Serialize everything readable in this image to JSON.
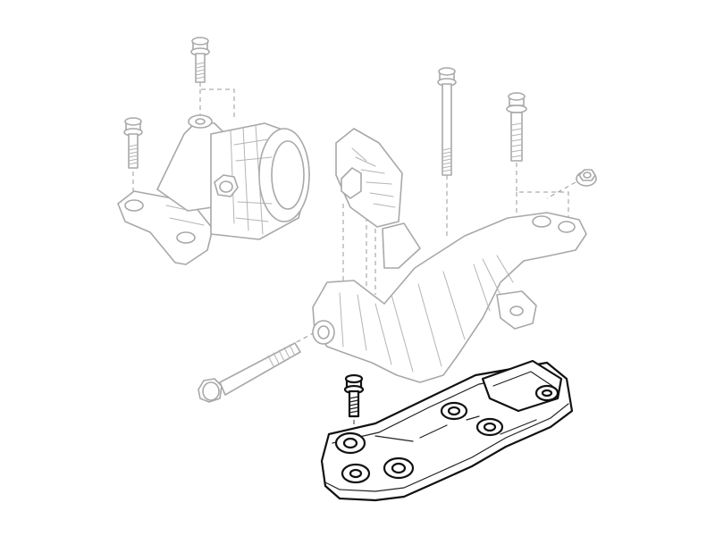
{
  "diagram": {
    "type": "exploded-parts-view",
    "colors": {
      "background": "#ffffff",
      "faded_line": "#a8a8a8",
      "highlight_line": "#111111"
    },
    "parts": [
      {
        "name": "engine-mount-bolt-top",
        "highlighted": false
      },
      {
        "name": "engine-mount-bolt-left",
        "highlighted": false
      },
      {
        "name": "engine-mount-assembly",
        "highlighted": false
      },
      {
        "name": "bracket-bolt-center",
        "highlighted": false
      },
      {
        "name": "bracket-bolt-right",
        "highlighted": false
      },
      {
        "name": "flange-nut",
        "highlighted": false
      },
      {
        "name": "transmission-mount-bracket",
        "highlighted": false
      },
      {
        "name": "through-bolt",
        "highlighted": false
      },
      {
        "name": "support-plate-bolt",
        "highlighted": true
      },
      {
        "name": "support-plate",
        "highlighted": true
      }
    ]
  }
}
